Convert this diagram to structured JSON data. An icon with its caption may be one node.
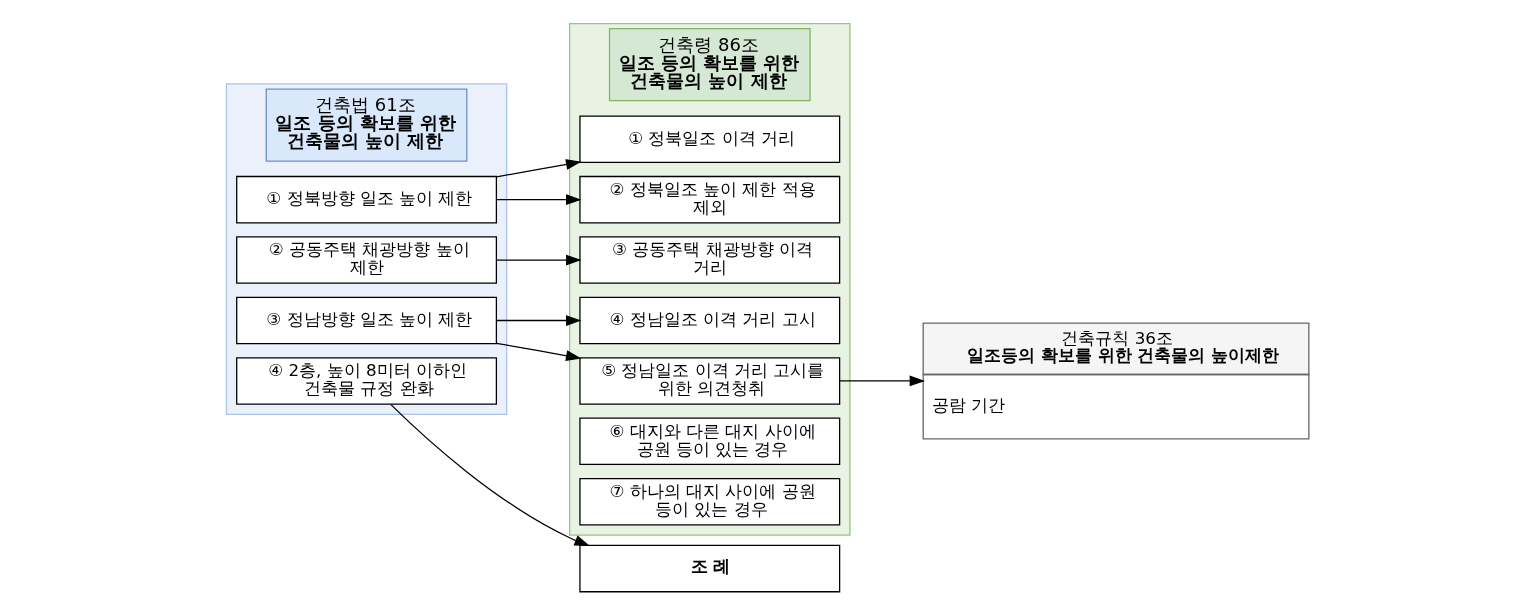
{
  "diagram": {
    "nodes": [
      {
        "text": [
          "건축법 61조",
          "일조 등의 확보를 위한 건축물의 높이 제한"
        ]
      },
      {
        "text": [
          "① 정북방향 일조 높이 제한"
        ],
        "in": 0
      },
      {
        "text": [
          "② 공동주택 채광방향 높이 제한"
        ],
        "in": 0
      },
      {
        "text": [
          "③ 정남방향 일조 높이 제한"
        ],
        "in": 0
      },
      {
        "text": [
          "④ 2층, 높이 8미터 이하인 건축물 규정 완화"
        ],
        "in": 0
      },
      {
        "text": [
          "건축령 86조",
          "일조 등의 확보를 위한 건축물의 높이 제한"
        ]
      },
      {
        "text": [
          "① 정북일조 이격 거리"
        ],
        "in": 5
      },
      {
        "text": [
          "② 정북일조 높이 제한 적용 제외"
        ],
        "in": 5
      },
      {
        "text": [
          "③ 공동주택 채광방향 이격 거리"
        ],
        "in": 5
      },
      {
        "text": [
          "④ 정남일조 이격 거리 고시"
        ],
        "in": 5
      },
      {
        "text": [
          "⑤ 정남일조 이격 거리 고시를 위한 의견청취"
        ],
        "in": 5
      },
      {
        "text": [
          "⑥ 대지와 다른 대지 사이에 공원 등이 있는 경우"
        ],
        "in": 5
      },
      {
        "text": [
          "⑦ 하나의 대지 사이에 공원 등이 있는 경우"
        ],
        "in": 5
      },
      {
        "text": [
          "건축규칙 36조",
          "일조등의 확보를 위한 건축물의 높이제한",
          "공람 기간"
        ]
      },
      {
        "text": [
          "조 례"
        ]
      }
    ],
    "edges": [
      {
        "from": 1,
        "to": 6,
        "arrow": "to"
      },
      {
        "from": 1,
        "to": 7,
        "arrow": "to"
      },
      {
        "from": 2,
        "to": 8,
        "arrow": "to"
      },
      {
        "from": 3,
        "to": 9,
        "arrow": "to"
      },
      {
        "from": 3,
        "to": 10,
        "arrow": "to"
      },
      {
        "from": 10,
        "to": 13,
        "arrow": "to"
      },
      {
        "from": 4,
        "to": 14,
        "arrow": "to"
      }
    ]
  }
}
